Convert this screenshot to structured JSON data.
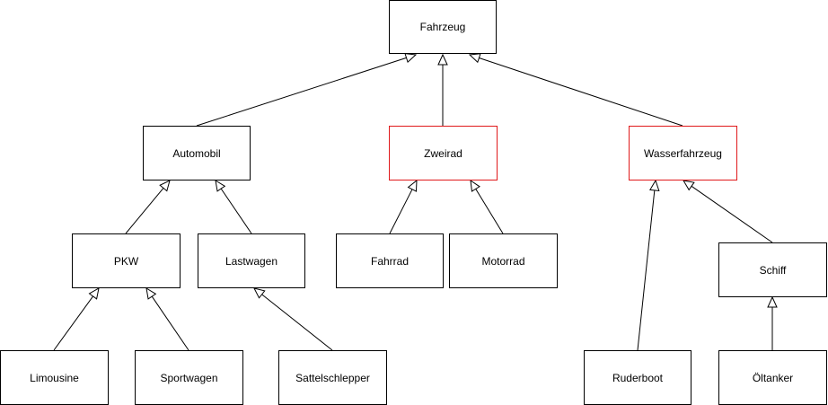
{
  "diagram": {
    "classes": {
      "fahrzeug": "Fahrzeug",
      "automobil": "Automobil",
      "zweirad": "Zweirad",
      "wasserfahrzeug": "Wasserfahrzeug",
      "pkw": "PKW",
      "lastwagen": "Lastwagen",
      "fahrrad": "Fahrrad",
      "motorrad": "Motorrad",
      "schiff": "Schiff",
      "limousine": "Limousine",
      "sportwagen": "Sportwagen",
      "sattelschlepper": "Sattelschlepper",
      "ruderboot": "Ruderboot",
      "oeltanker": "Öltanker"
    },
    "inheritance": [
      {
        "child": "automobil",
        "parent": "fahrzeug"
      },
      {
        "child": "zweirad",
        "parent": "fahrzeug"
      },
      {
        "child": "wasserfahrzeug",
        "parent": "fahrzeug"
      },
      {
        "child": "pkw",
        "parent": "automobil"
      },
      {
        "child": "lastwagen",
        "parent": "automobil"
      },
      {
        "child": "fahrrad",
        "parent": "zweirad"
      },
      {
        "child": "motorrad",
        "parent": "zweirad"
      },
      {
        "child": "ruderboot",
        "parent": "wasserfahrzeug"
      },
      {
        "child": "schiff",
        "parent": "wasserfahrzeug"
      },
      {
        "child": "limousine",
        "parent": "pkw"
      },
      {
        "child": "sportwagen",
        "parent": "pkw"
      },
      {
        "child": "sattelschlepper",
        "parent": "lastwagen"
      },
      {
        "child": "oeltanker",
        "parent": "schiff"
      }
    ],
    "colors": {
      "border": "#000000",
      "highlight_border": "#e0191b",
      "line": "#000000",
      "background": "#ffffff"
    },
    "highlighted": [
      "zweirad",
      "wasserfahrzeug"
    ]
  }
}
